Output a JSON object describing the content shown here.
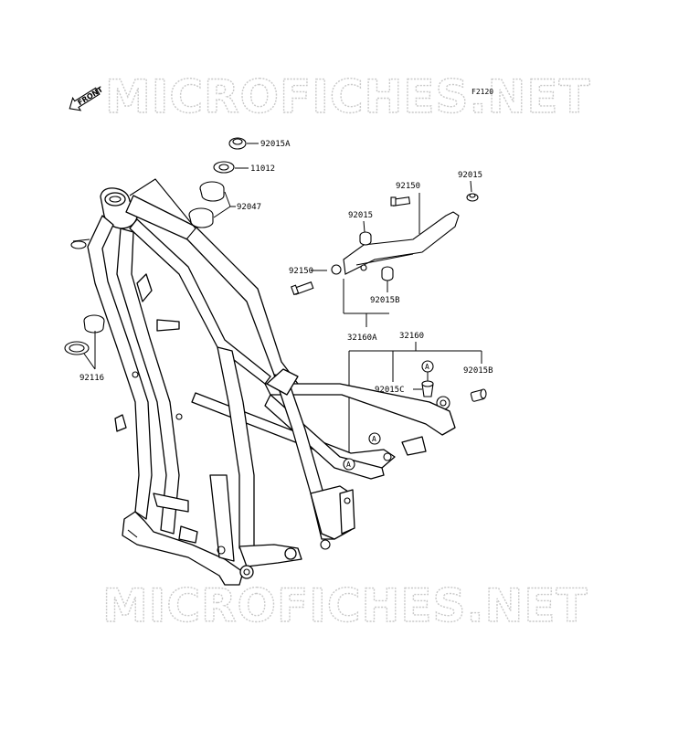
{
  "watermark": "MICROFICHES.NET",
  "figure_code": "F2120",
  "front_label": "FRONT",
  "callouts": {
    "p92015A": "92015A",
    "p11012": "11012",
    "p92047": "92047",
    "p92116": "92116",
    "p92150_top": "92150",
    "p92015_top": "92015",
    "p92015_mid": "92015",
    "p92150_left": "92150",
    "p92015B_mid": "92015B",
    "p32160A": "32160A",
    "p32160": "32160",
    "p92015B_right": "92015B",
    "p92015C": "92015C"
  },
  "ref_mark": "A"
}
